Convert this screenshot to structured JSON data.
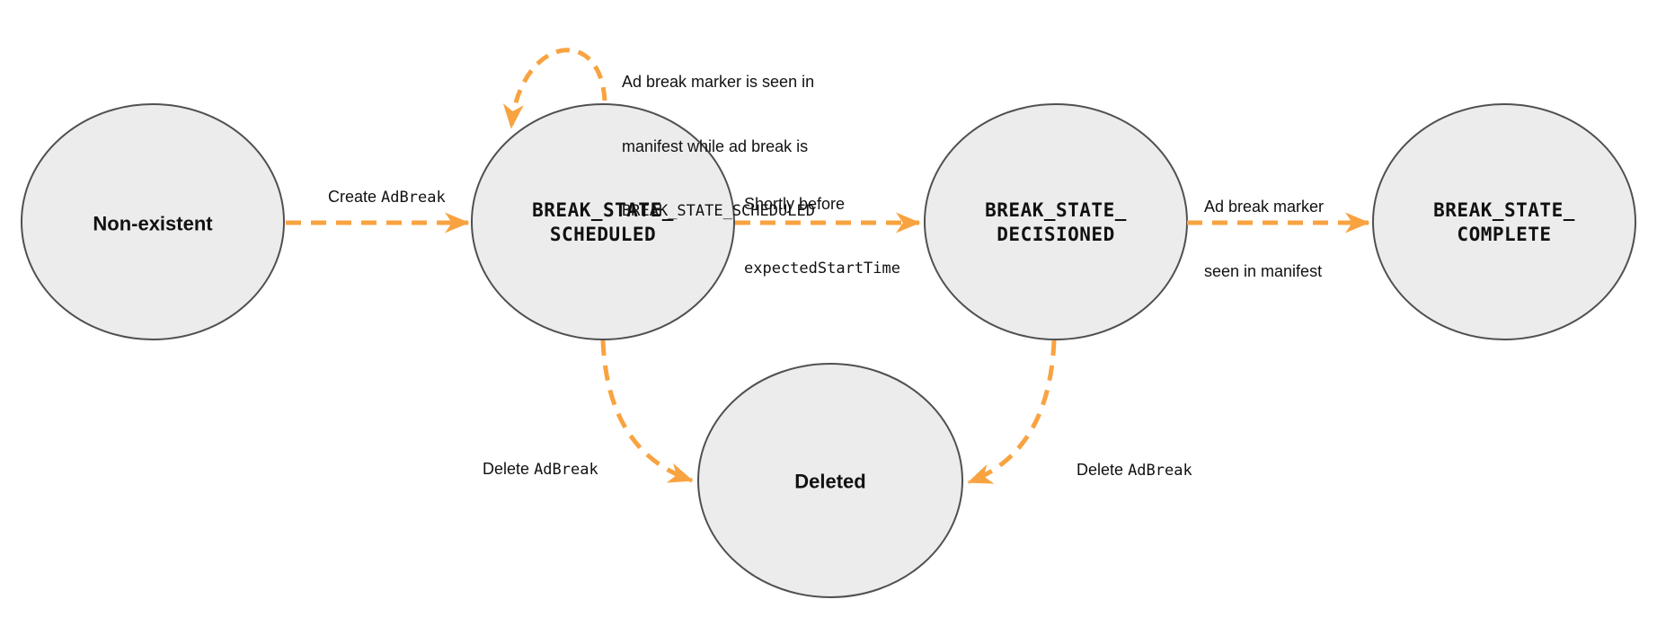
{
  "diagram": {
    "colors": {
      "background": "#FFFFFF",
      "arrow": "#F8A340",
      "node_fill": "#ECECEC",
      "node_border": "#505052",
      "text": "#111111"
    },
    "states": [
      {
        "id": "non-existent",
        "label": "Non-existent"
      },
      {
        "id": "break-state-scheduled",
        "label": "BREAK_STATE_\nSCHEDULED"
      },
      {
        "id": "break-state-decisioned",
        "label": "BREAK_STATE_\nDECISIONED"
      },
      {
        "id": "break-state-complete",
        "label": "BREAK_STATE_\nCOMPLETE"
      },
      {
        "id": "deleted",
        "label": "Deleted"
      }
    ],
    "transitions": [
      {
        "from": "non-existent",
        "to": "break-state-scheduled",
        "label_plain": "Create ",
        "label_code": "AdBreak"
      },
      {
        "from": "break-state-scheduled",
        "to": "break-state-scheduled",
        "label_lines": [
          "Ad break marker is seen in",
          "manifest while ad break is"
        ],
        "label_code": "BREAK_STATE_SCHEDULED"
      },
      {
        "from": "break-state-scheduled",
        "to": "break-state-decisioned",
        "label_plain": "Shortly before",
        "label_code": "expectedStartTime"
      },
      {
        "from": "break-state-decisioned",
        "to": "break-state-complete",
        "label_lines": [
          "Ad break marker",
          "seen in manifest"
        ]
      },
      {
        "from": "break-state-scheduled",
        "to": "deleted",
        "label_plain": "Delete ",
        "label_code": "AdBreak"
      },
      {
        "from": "break-state-decisioned",
        "to": "deleted",
        "label_plain": "Delete ",
        "label_code": "AdBreak"
      }
    ]
  }
}
